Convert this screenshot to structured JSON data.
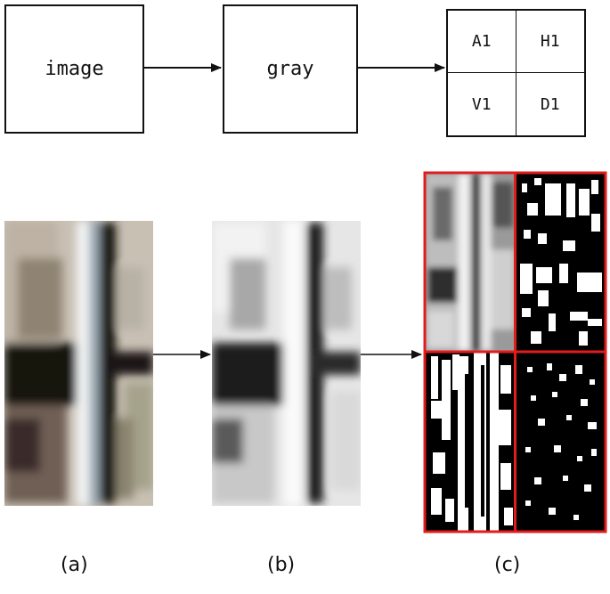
{
  "flow": {
    "step1": "image",
    "step2": "gray",
    "subbands": [
      "A1",
      "H1",
      "V1",
      "D1"
    ]
  },
  "panels": {
    "a": "(a)",
    "b": "(b)",
    "c": "(c)"
  },
  "colors": {
    "highlight_border": "#e21b1b",
    "line": "#111111"
  }
}
